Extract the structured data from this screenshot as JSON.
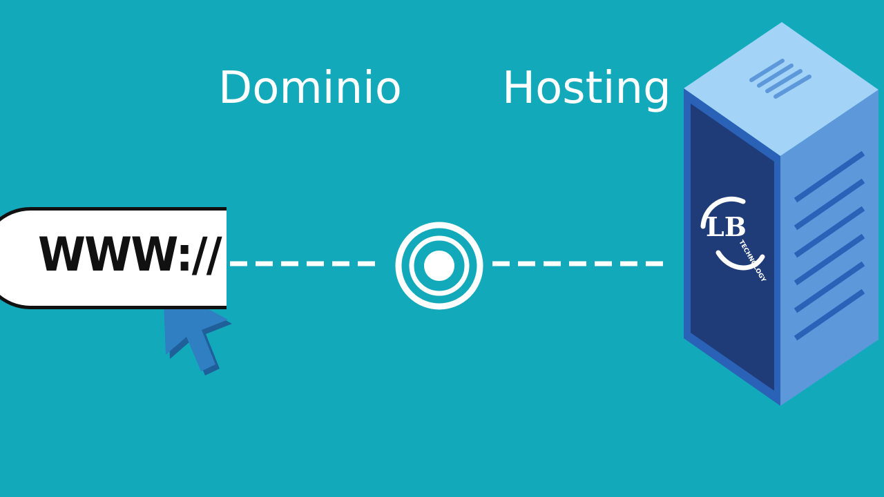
{
  "labels": {
    "domain": "Dominio",
    "hosting": "Hosting"
  },
  "url_bar": {
    "text": "WWW://"
  },
  "server_logo": {
    "text": "LB",
    "subtext": "TECHNOLOGY"
  },
  "colors": {
    "background": "#12aabb",
    "server_front_panel": "#1f3c78",
    "server_side": "#5c98da",
    "server_top": "#a3d3f6",
    "cursor": "#2f7fc2",
    "white": "#ffffff"
  },
  "icons": [
    "cursor-icon",
    "target-icon",
    "server-icon"
  ]
}
